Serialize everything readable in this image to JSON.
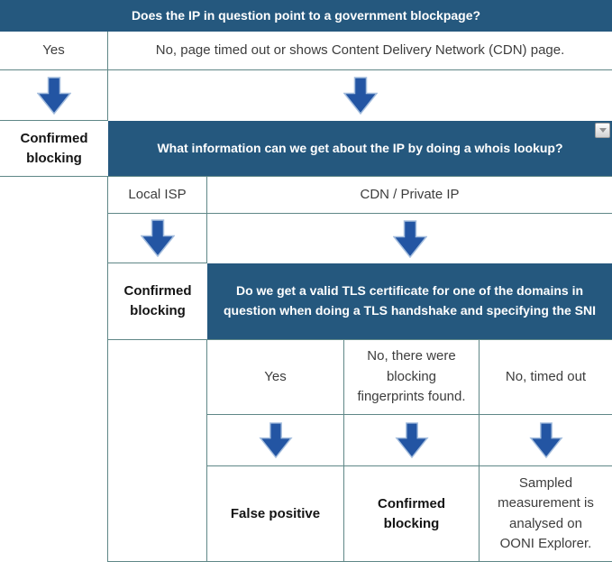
{
  "colors": {
    "header_blue": "#25587e",
    "arrow_blue": "#2355a3",
    "arrow_outline": "#a5bede",
    "border_teal": "#5f8787",
    "body_text": "#3d3d3d",
    "bold_text": "#141414"
  },
  "icons": {
    "down_arrow": "down-arrow-icon",
    "filter_dropdown": "filter-dropdown-icon"
  },
  "flowchart": {
    "q_blockpage": "Does the IP in question point to a government blockpage?",
    "blockpage_answers": {
      "yes": "Yes",
      "no": "No, page timed out or shows Content Delivery Network (CDN) page."
    },
    "outcome_confirmed_blocking_1": "Confirmed blocking",
    "q_whois": "What information can we get about the IP by doing a whois lookup?",
    "whois_answers": {
      "local_isp": "Local ISP",
      "cdn_private": "CDN / Private IP"
    },
    "outcome_confirmed_blocking_2": "Confirmed blocking",
    "q_tls": "Do we get a valid TLS certificate for one of the domains in question when doing a TLS handshake and specifying the SNI",
    "tls_answers": {
      "yes": "Yes",
      "fingerprints": "No, there were blocking fingerprints found.",
      "timed_out": "No, timed out"
    },
    "outcomes": {
      "false_positive": "False positive",
      "confirmed_blocking": "Confirmed blocking",
      "sampled": "Sampled measurement is analysed on OONI Explorer."
    }
  }
}
